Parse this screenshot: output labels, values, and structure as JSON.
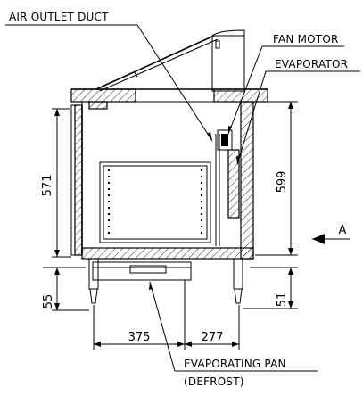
{
  "labels": {
    "air_outlet_duct": "AIR OUTLET DUCT",
    "fan_motor": "FAN MOTOR",
    "evaporator": "EVAPORATOR",
    "evaporating_pan": "EVAPORATING PAN",
    "defrost": "(DEFROST)",
    "view_a": "A"
  },
  "dimensions": {
    "d571": "571",
    "d599": "599",
    "d55": "55",
    "d51": "51",
    "d375": "375",
    "d277": "277"
  }
}
